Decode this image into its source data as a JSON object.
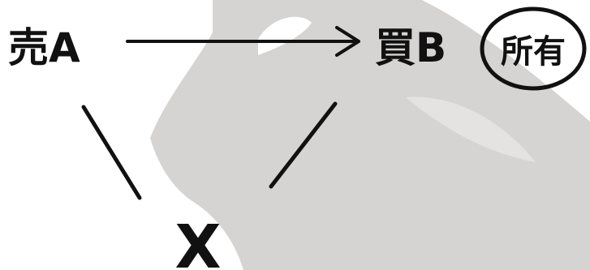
{
  "diagram": {
    "seller_label": "売A",
    "buyer_label": "買B",
    "ownership_badge": "所有",
    "third_party_label": "X"
  },
  "colors": {
    "ink": "#111111",
    "background": "#ffffff",
    "watermark": "#d6d4d3",
    "watermark_eye": "#ffffff"
  },
  "icons": {
    "watermark": "fox-head-silhouette-watermark",
    "arrow": "right-arrow"
  }
}
